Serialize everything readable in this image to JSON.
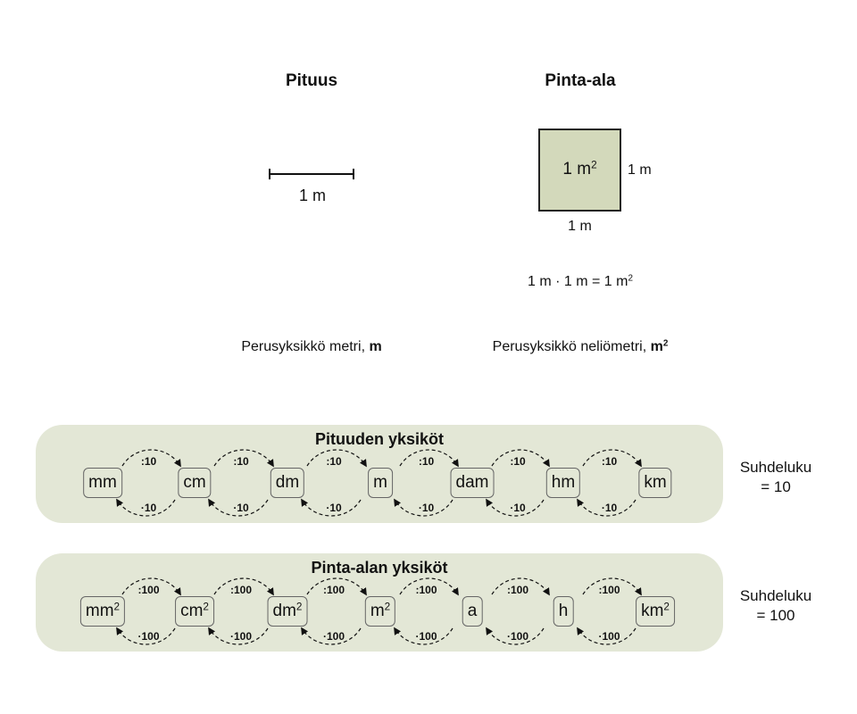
{
  "length": {
    "heading": "Pituus",
    "segment_label": "1 m",
    "caption_prefix": "Perusyksikkö metri, ",
    "caption_unit": "m"
  },
  "area": {
    "heading": "Pinta-ala",
    "square_label": "1 m",
    "square_label_sup": "2",
    "side_right_label": "1 m",
    "side_bottom_label": "1 m",
    "formula": "1 m · 1 m = 1 m",
    "formula_sup": "2",
    "caption_prefix": "Perusyksikkö neliömetri, ",
    "caption_unit": "m",
    "caption_unit_sup": "2",
    "square_fill": "#d3d9bb"
  },
  "length_units": {
    "title": "Pituuden yksiköt",
    "units": [
      {
        "label": "mm",
        "sup": ""
      },
      {
        "label": "cm",
        "sup": ""
      },
      {
        "label": "dm",
        "sup": ""
      },
      {
        "label": "m",
        "sup": ""
      },
      {
        "label": "dam",
        "sup": ""
      },
      {
        "label": "hm",
        "sup": ""
      },
      {
        "label": "km",
        "sup": ""
      }
    ],
    "divide_label": ":10",
    "multiply_label": "·10",
    "ratio_line1": "Suhdeluku",
    "ratio_line2": "= 10"
  },
  "area_units": {
    "title": "Pinta-alan yksiköt",
    "units": [
      {
        "label": "mm",
        "sup": "2"
      },
      {
        "label": "cm",
        "sup": "2"
      },
      {
        "label": "dm",
        "sup": "2"
      },
      {
        "label": "m",
        "sup": "2"
      },
      {
        "label": "a",
        "sup": ""
      },
      {
        "label": "h",
        "sup": ""
      },
      {
        "label": "km",
        "sup": "2"
      }
    ],
    "divide_label": ":100",
    "multiply_label": "·100",
    "ratio_line1": "Suhdeluku",
    "ratio_line2": "= 100"
  },
  "colors": {
    "panel_background": "#e3e7d6",
    "text": "#111111",
    "box_border": "#666666"
  }
}
